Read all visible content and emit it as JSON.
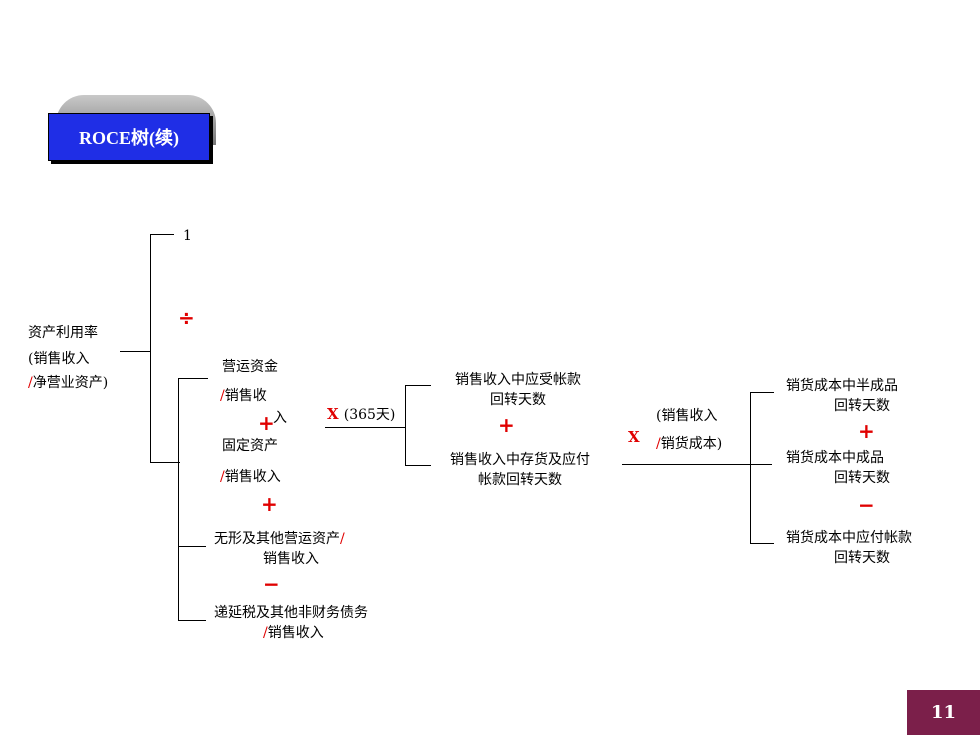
{
  "title": "ROCE树(续)",
  "page_number": "11",
  "operators": {
    "divide": "÷",
    "plus": "+",
    "minus": "−",
    "times": "X"
  },
  "root": {
    "line1": "资产利用率",
    "line2": "(销售收入",
    "line3_slash": "/",
    "line3": "净营业资产)"
  },
  "numerator": "1",
  "level2": {
    "working_capital": {
      "line1": "营运资金",
      "slash": "/",
      "line2a": "销售收",
      "line2b": "入"
    },
    "fixed_assets": {
      "line1": "固定资产",
      "slash": "/",
      "line2": "销售收入"
    },
    "intangible": {
      "line1": "无形及其他营运资产",
      "slash": "/",
      "line2": "销售收入"
    },
    "deferred_tax": {
      "line1": "递延税及其他非财务债务",
      "slash": "/",
      "line2": "销售收入"
    }
  },
  "multiplier_365": "(365天)",
  "level3": {
    "receivables": {
      "line1": "销售收入中应受帐款",
      "line2": "回转天数"
    },
    "inventory_payables": {
      "line1": "销售收入中存货及应付",
      "line2": "帐款回转天数"
    }
  },
  "ratio": {
    "line1": "(销售收入",
    "slash": "/",
    "line2": "销货成本)"
  },
  "level4": {
    "semi_finished": {
      "line1": "销货成本中半成品",
      "line2": "回转天数"
    },
    "finished": {
      "line1": "销货成本中成品",
      "line2": "回转天数"
    },
    "payables": {
      "line1": "销货成本中应付帐款",
      "line2": "回转天数"
    }
  },
  "colors": {
    "operator": "#e00000",
    "badge": "#1f2ee6",
    "page_box": "#7b1f4a"
  }
}
